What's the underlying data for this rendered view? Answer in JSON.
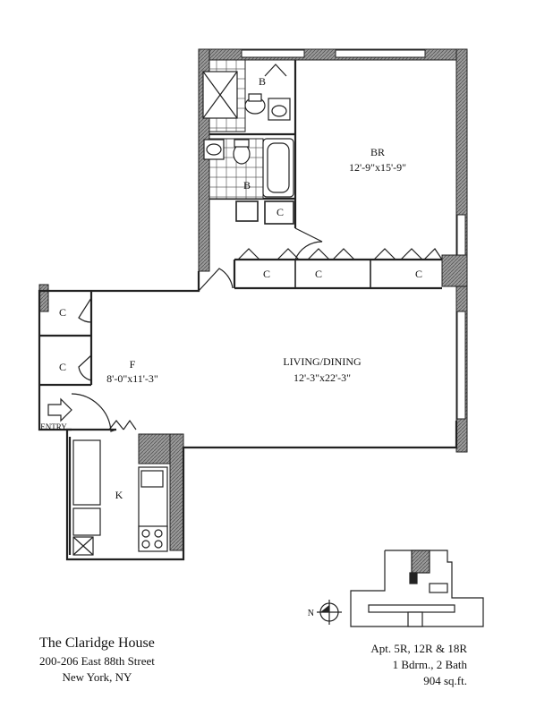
{
  "building": {
    "name": "The Claridge House",
    "address": "200-206 East 88th Street",
    "city": "New York, NY"
  },
  "unit": {
    "apartments": "Apt. 5R, 12R & 18R",
    "rooms": "1 Bdrm., 2 Bath",
    "area": "904 sq.ft."
  },
  "rooms": {
    "bedroom": {
      "label": "BR",
      "dims": "12'-9\"x15'-9\""
    },
    "living": {
      "label": "LIVING/DINING",
      "dims": "12'-3\"x22'-3\""
    },
    "foyer": {
      "label": "F",
      "dims": "8'-0\"x11'-3\""
    },
    "kitchen": {
      "label": "K"
    },
    "bath_label": "B",
    "closet_label": "C"
  },
  "entry_label": "ENTRY",
  "north_label": "N",
  "icons": {
    "entry": "entry-arrow-icon",
    "north": "north-compass-icon"
  }
}
